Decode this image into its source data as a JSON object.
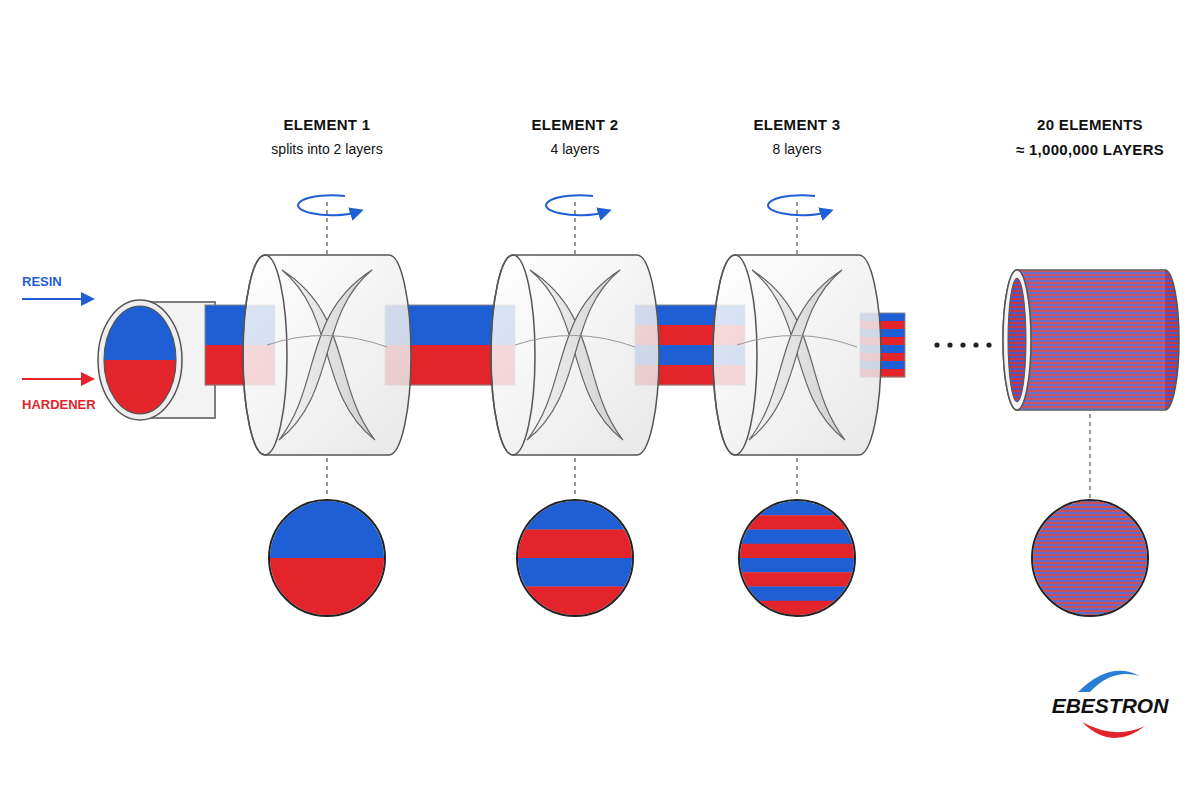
{
  "diagram": {
    "labels": [
      "RESIN",
      "HARDENER",
      "ELEMENT 1",
      "splits into 2 layers",
      "ELEMENT 2",
      "4 layers",
      "ELEMENT 3",
      "8 layers",
      "20 ELEMENTS",
      "≈ 1,000,000 LAYERS",
      "EBESTRON"
    ]
  }
}
